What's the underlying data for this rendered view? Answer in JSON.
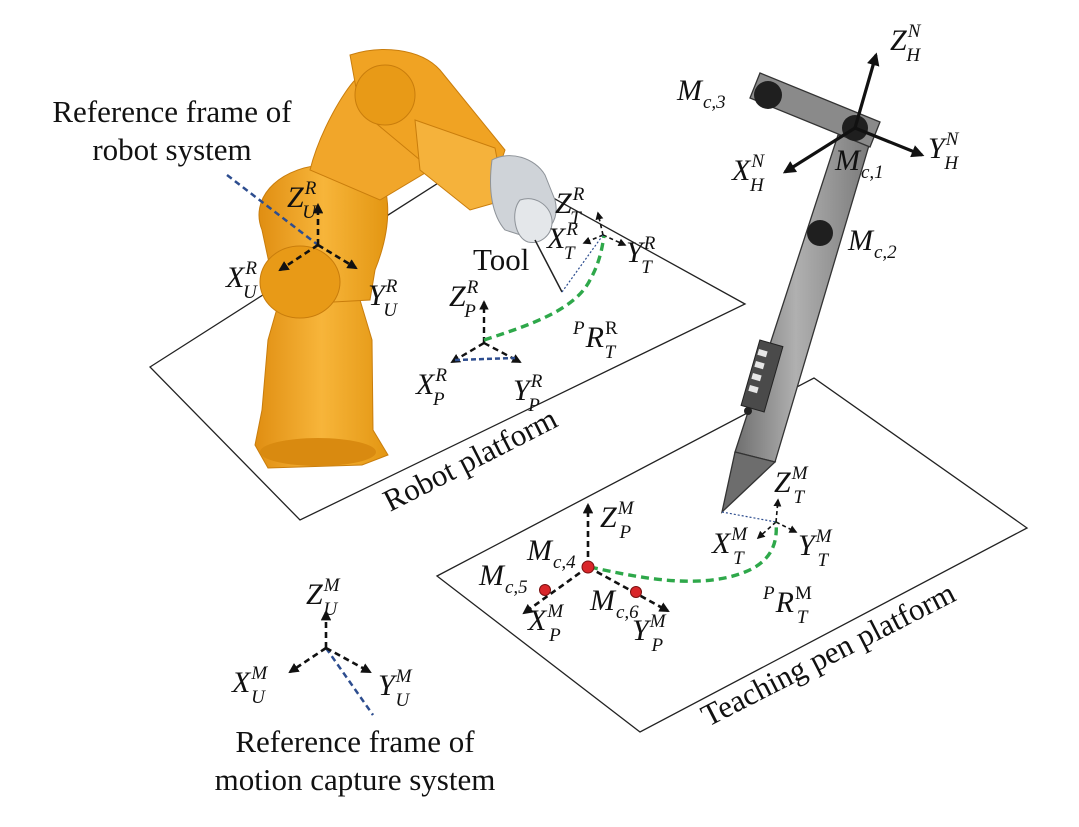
{
  "captions": {
    "robot_ref_line1": "Reference frame of",
    "robot_ref_line2": "robot system",
    "mocap_ref_line1": "Reference frame of",
    "mocap_ref_line2": "motion capture system",
    "tool": "Tool",
    "robot_platform": "Robot platform",
    "pen_platform": "Teaching pen platform"
  },
  "frames": {
    "ZUR": {
      "base": "Z",
      "sup": "R",
      "sub": "U"
    },
    "XUR": {
      "base": "X",
      "sup": "R",
      "sub": "U"
    },
    "YUR": {
      "base": "Y",
      "sup": "R",
      "sub": "U"
    },
    "ZTR": {
      "base": "Z",
      "sup": "R",
      "sub": "T"
    },
    "XTR": {
      "base": "X",
      "sup": "R",
      "sub": "T"
    },
    "YTR": {
      "base": "Y",
      "sup": "R",
      "sub": "T"
    },
    "ZPR": {
      "base": "Z",
      "sup": "R",
      "sub": "P"
    },
    "XPR": {
      "base": "X",
      "sup": "R",
      "sub": "P"
    },
    "YPR": {
      "base": "Y",
      "sup": "R",
      "sub": "P"
    },
    "PRTR": {
      "pre": "P",
      "base": "R",
      "sup": "R",
      "sub": "T"
    },
    "ZHN": {
      "base": "Z",
      "sup": "N",
      "sub": "H"
    },
    "XHN": {
      "base": "X",
      "sup": "N",
      "sub": "H"
    },
    "YHN": {
      "base": "Y",
      "sup": "N",
      "sub": "H"
    },
    "ZTM": {
      "base": "Z",
      "sup": "M",
      "sub": "T"
    },
    "XTM": {
      "base": "X",
      "sup": "M",
      "sub": "T"
    },
    "YTM": {
      "base": "Y",
      "sup": "M",
      "sub": "T"
    },
    "ZPM": {
      "base": "Z",
      "sup": "M",
      "sub": "P"
    },
    "XPM": {
      "base": "X",
      "sup": "M",
      "sub": "P"
    },
    "YPM": {
      "base": "Y",
      "sup": "M",
      "sub": "P"
    },
    "PRTM": {
      "pre": "P",
      "base": "R",
      "sup": "M",
      "sub": "T"
    },
    "ZUM": {
      "base": "Z",
      "sup": "M",
      "sub": "U"
    },
    "XUM": {
      "base": "X",
      "sup": "M",
      "sub": "U"
    },
    "YUM": {
      "base": "Y",
      "sup": "M",
      "sub": "U"
    }
  },
  "markers": {
    "Mc1": {
      "base": "M",
      "sub": "c,1"
    },
    "Mc2": {
      "base": "M",
      "sub": "c,2"
    },
    "Mc3": {
      "base": "M",
      "sub": "c,3"
    },
    "Mc4": {
      "base": "M",
      "sub": "c,4"
    },
    "Mc5": {
      "base": "M",
      "sub": "c,5"
    },
    "Mc6": {
      "base": "M",
      "sub": "c,6"
    }
  },
  "colors": {
    "robot_body": "#f2a51f",
    "robot_shade": "#d98a10",
    "trajectory": "#2ea84a",
    "reference_line": "#2d4d8f",
    "marker_red": "#d9262a",
    "pen_body": "#8f8f8f"
  }
}
